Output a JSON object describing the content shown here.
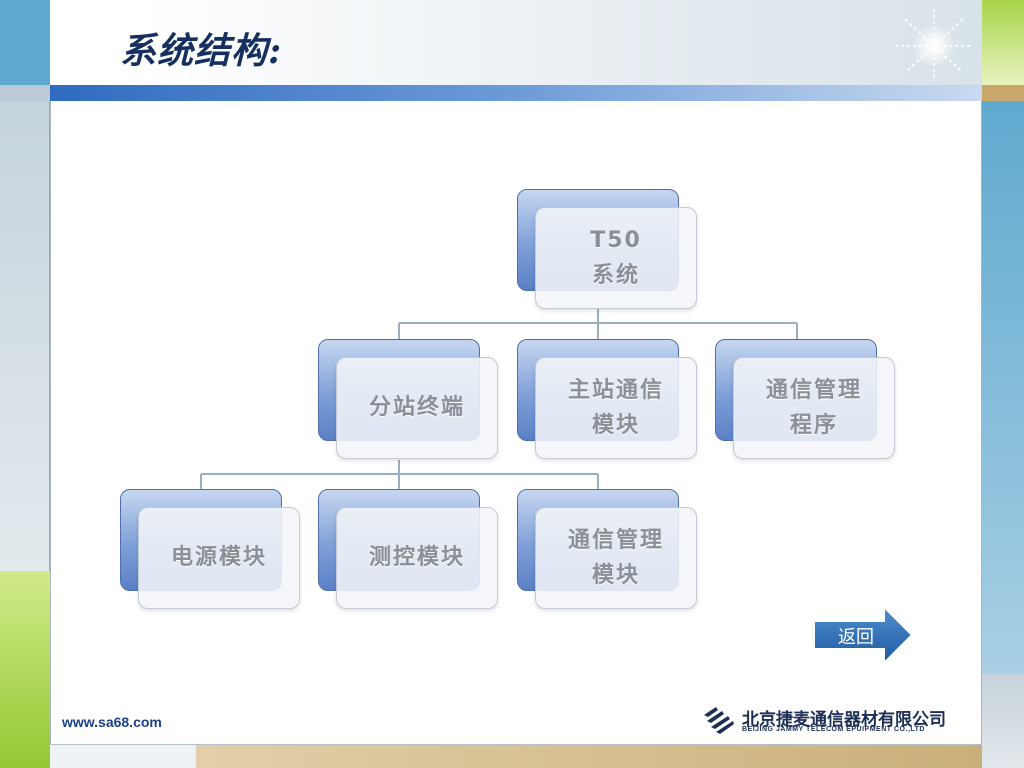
{
  "slide": {
    "title": "系统结构:",
    "footer_url": "www.sa68.com",
    "back_label": "返回"
  },
  "logo": {
    "chinese": "北京捷麦通信器材有限公司",
    "english": "BEIJING JAMMY TELECOM EPUIPMENT CO.,LTD"
  },
  "diagram": {
    "root": {
      "label": "T50\n系统"
    },
    "level1": [
      {
        "label": "分站终端"
      },
      {
        "label": "主站通信\n模块"
      },
      {
        "label": "通信管理\n程序"
      }
    ],
    "level2": [
      {
        "label": "电源模块"
      },
      {
        "label": "测控模块"
      },
      {
        "label": "通信管理\n模块"
      }
    ]
  },
  "colors": {
    "node_back": "#7fa0d8",
    "node_front": "#f3f5f8",
    "connector": "#9aaec2",
    "title": "#15305f",
    "back_button": "#2d6fb5"
  }
}
